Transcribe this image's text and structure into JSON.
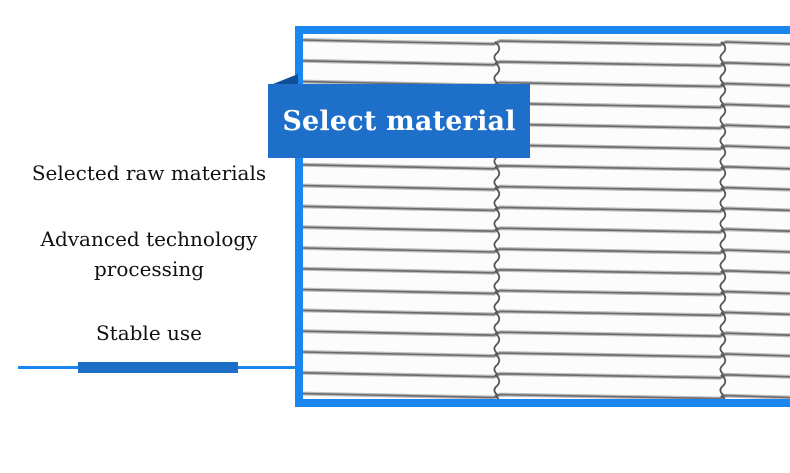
{
  "banner": {
    "title": "Select material"
  },
  "features": [
    "Selected raw materials",
    "Advanced technology processing",
    "Stable use"
  ],
  "colors": {
    "accent": "#1a87f0",
    "banner": "#1d6fc9",
    "banner_shadow": "#0f4f98",
    "accent_bar": "#1e6ec8",
    "wire": "#6b6b6b"
  },
  "image": {
    "subject": "metal conveyor belt wire mesh"
  }
}
